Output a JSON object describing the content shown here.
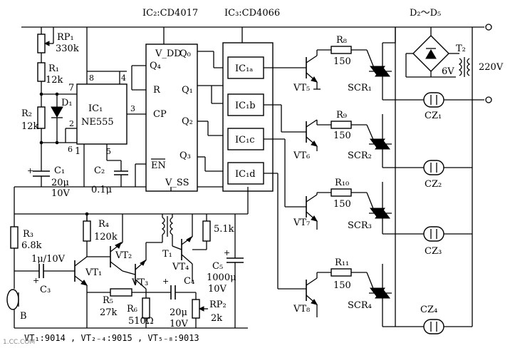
{
  "header": {
    "ic2": "IC₂:CD4017",
    "ic3": "IC₃:CD4066",
    "diodes": "D₂～D₅"
  },
  "parts": {
    "rp1": "RP₁",
    "rp1_val": "330k",
    "r1": "R₁",
    "r1_val": "12k",
    "r2": "R₂",
    "r2_val": "12k",
    "d1": "D₁",
    "ic1": "IC₁",
    "ic1_type": "NE555",
    "c1": "C₁",
    "c1_val": "20μ",
    "c1_v": "10V",
    "c2": "C₂",
    "c2_val": "0.1μ",
    "r3": "R₃",
    "r3_val": "6.8k",
    "c3": "C₃",
    "c3_val": "1μ/10V",
    "mic": "B",
    "vt1": "VT₁",
    "vt2": "VT₂",
    "vt3": "VT₃",
    "vt4": "VT₄",
    "r4": "R₄",
    "r4_val": "120k",
    "r5": "R₅",
    "r5_val": "27k",
    "r6": "R₆",
    "r6_val": "510Ω",
    "t1": "T₁",
    "c4": "C₄",
    "c4_val": "20μ",
    "c4_v": "10V",
    "rp2": "RP₂",
    "rp2_val": "2k",
    "c5": "C₅",
    "c5_val": "1000μ",
    "c5_v": "10V",
    "r_51k": "5.1k",
    "t2": "T₂",
    "t2_sec": "6V",
    "mains": "220V",
    "vt5": "VT₅",
    "vt6": "VT₆",
    "vt7": "VT₇",
    "vt8": "VT₈",
    "r8": "R₈",
    "r9": "R₉",
    "r10": "R₁₀",
    "r11": "R₁₁",
    "r_val": "150",
    "scr1": "SCR₁",
    "scr2": "SCR₂",
    "scr3": "SCR₃",
    "scr4": "SCR₄",
    "cz1": "CZ₁",
    "cz2": "CZ₂",
    "cz3": "CZ₃",
    "cz4": "CZ₄",
    "ic1a": "IC₁ₐ",
    "ic1b": "IC₁b",
    "ic1c": "IC₁c",
    "ic1d": "IC₁d"
  },
  "ic2_pins": {
    "vdd": "V_DD",
    "q0": "Q₀",
    "q4": "Q₄",
    "r": "R",
    "q1": "Q₁",
    "cp": "CP",
    "q2": "Q₂",
    "en": "EN",
    "q3": "Q₃",
    "vss": "V_SS"
  },
  "ic1_pins": {
    "p8": "8",
    "p4": "4",
    "p7": "7",
    "p3": "3",
    "p2": "2",
    "p6": "6",
    "p1": "1",
    "p5": "5"
  },
  "footer": {
    "note": "VT₁:9014 , VT₂₋₄:9015 , VT₅₋₈:9013",
    "watermark": "1.CC.COM"
  }
}
